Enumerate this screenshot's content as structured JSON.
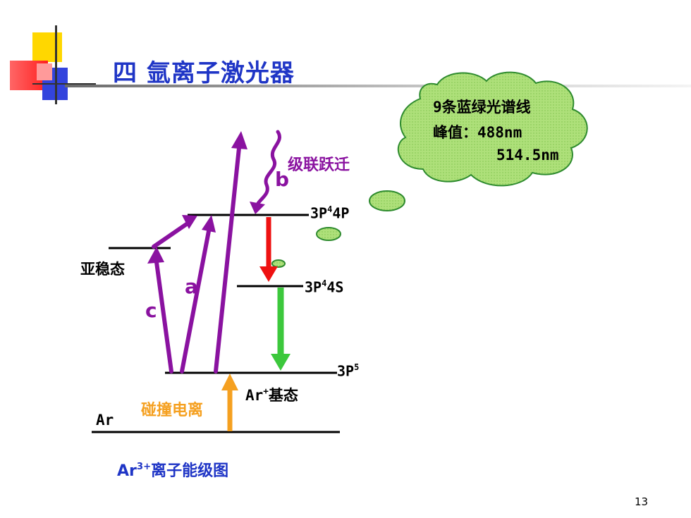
{
  "title": "四 氩离子激光器",
  "cloud": {
    "line1": "9条蓝绿光谱线",
    "line2": "峰值：488nm",
    "line3": "514.5nm"
  },
  "levels": {
    "upper_base": "3P",
    "upper_sup": "4",
    "upper_tail": "4P",
    "mid_base": "3P",
    "mid_sup": "4",
    "mid_tail": "4S",
    "ground_base": "3P",
    "ground_sup": "5",
    "metastable": "亚稳态",
    "ar_ground_base": "Ar",
    "ar_ground_sup": "+",
    "ar_ground_tail": "基态",
    "ar": "Ar"
  },
  "labels": {
    "a": "a",
    "b": "b",
    "c": "c",
    "cascade": "级联跃迁",
    "collision": "碰撞电离"
  },
  "caption": {
    "base": "Ar",
    "sup": "3+",
    "tail": "离子能级图"
  },
  "page_number": "13",
  "colors": {
    "title": "#1f35c6",
    "purple": "#8a12a0",
    "red": "#ee1111",
    "green": "#3cc83c",
    "orange": "#f5a020",
    "cloud": "#aee07a"
  }
}
